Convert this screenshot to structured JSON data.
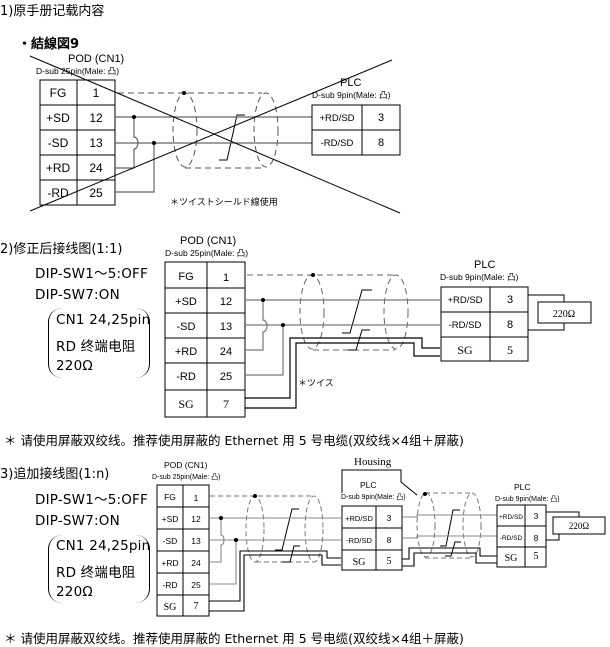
{
  "section1": {
    "heading": "1)原手册记载内容",
    "subheading": "・結線図9",
    "pod_title": "POD  (CN1)",
    "pod_sub": "D-sub  25pin(Male: 凸)",
    "pod_rows": [
      {
        "signal": "FG",
        "pin": "1"
      },
      {
        "signal": "+SD",
        "pin": "12"
      },
      {
        "signal": "-SD",
        "pin": "13"
      },
      {
        "signal": "+RD",
        "pin": "24"
      },
      {
        "signal": "-RD",
        "pin": "25"
      }
    ],
    "plc_title": "PLC",
    "plc_sub": "D-sub 9pin(Male: 凸)",
    "plc_rows": [
      {
        "signal": "+RD/SD",
        "pin": "3"
      },
      {
        "signal": "-RD/SD",
        "pin": "8"
      }
    ],
    "cable_note": "＊ツイストシールド線使用"
  },
  "section2": {
    "heading": "2)修正后接线图(1:1)",
    "dip1": "DIP-SW1〜5:OFF",
    "dip2": "DIP-SW7:ON",
    "bracket_lines": [
      "CN1 24,25pin",
      "RD 终端电阻",
      "220Ω"
    ],
    "pod_title": "POD  (CN1)",
    "pod_sub": "D-sub  25pin(Male: 凸)",
    "pod_rows": [
      {
        "signal": "FG",
        "pin": "1"
      },
      {
        "signal": "+SD",
        "pin": "12"
      },
      {
        "signal": "-SD",
        "pin": "13"
      },
      {
        "signal": "+RD",
        "pin": "24"
      },
      {
        "signal": "-RD",
        "pin": "25"
      },
      {
        "signal": "SG",
        "pin": "7"
      }
    ],
    "plc_title": "PLC",
    "plc_sub": "D-sub 9pin(Male: 凸)",
    "plc_rows": [
      {
        "signal": "+RD/SD",
        "pin": "3"
      },
      {
        "signal": "-RD/SD",
        "pin": "8"
      },
      {
        "signal": "SG",
        "pin": "5"
      }
    ],
    "resistor": "220Ω",
    "cable_note": "＊ツイス",
    "footnote": "＊ 请使用屏蔽双绞线。推荐使用屏蔽的 Ethernet 用 5 号电缆(双绞线×4组＋屏蔽)"
  },
  "section3": {
    "heading": "3)追加接线图(1:n)",
    "dip1": "DIP-SW1〜5:OFF",
    "dip2": "DIP-SW7:ON",
    "bracket_lines": [
      "CN1 24,25pin",
      "RD 终端电阻",
      "220Ω"
    ],
    "pod_title": "POD  (CN1)",
    "pod_sub": "D-sub  25pin(Male: 凸)",
    "pod_rows": [
      {
        "signal": "FG",
        "pin": "1"
      },
      {
        "signal": "+SD",
        "pin": "12"
      },
      {
        "signal": "-SD",
        "pin": "13"
      },
      {
        "signal": "+RD",
        "pin": "24"
      },
      {
        "signal": "-RD",
        "pin": "25"
      },
      {
        "signal": "SG",
        "pin": "7"
      }
    ],
    "housing_label": "Housing",
    "plc1_title": "PLC",
    "plc1_sub": "D-sub 9pin(Male: 凸)",
    "plc1_rows": [
      {
        "signal": "+RD/SD",
        "pin": "3"
      },
      {
        "signal": "-RD/SD",
        "pin": "8"
      },
      {
        "signal": "SG",
        "pin": "5"
      }
    ],
    "plc2_title": "PLC",
    "plc2_sub": "D-sub 9pin(Male: 凸)",
    "plc2_rows": [
      {
        "signal": "+RD/SD",
        "pin": "3"
      },
      {
        "signal": "-RD/SD",
        "pin": "8"
      },
      {
        "signal": "SG",
        "pin": "5"
      }
    ],
    "resistor": "220Ω",
    "footnote": "＊ 请使用屏蔽双绞线。推荐使用屏蔽的 Ethernet 用 5 号电缆(双绞线×4组＋屏蔽)"
  }
}
